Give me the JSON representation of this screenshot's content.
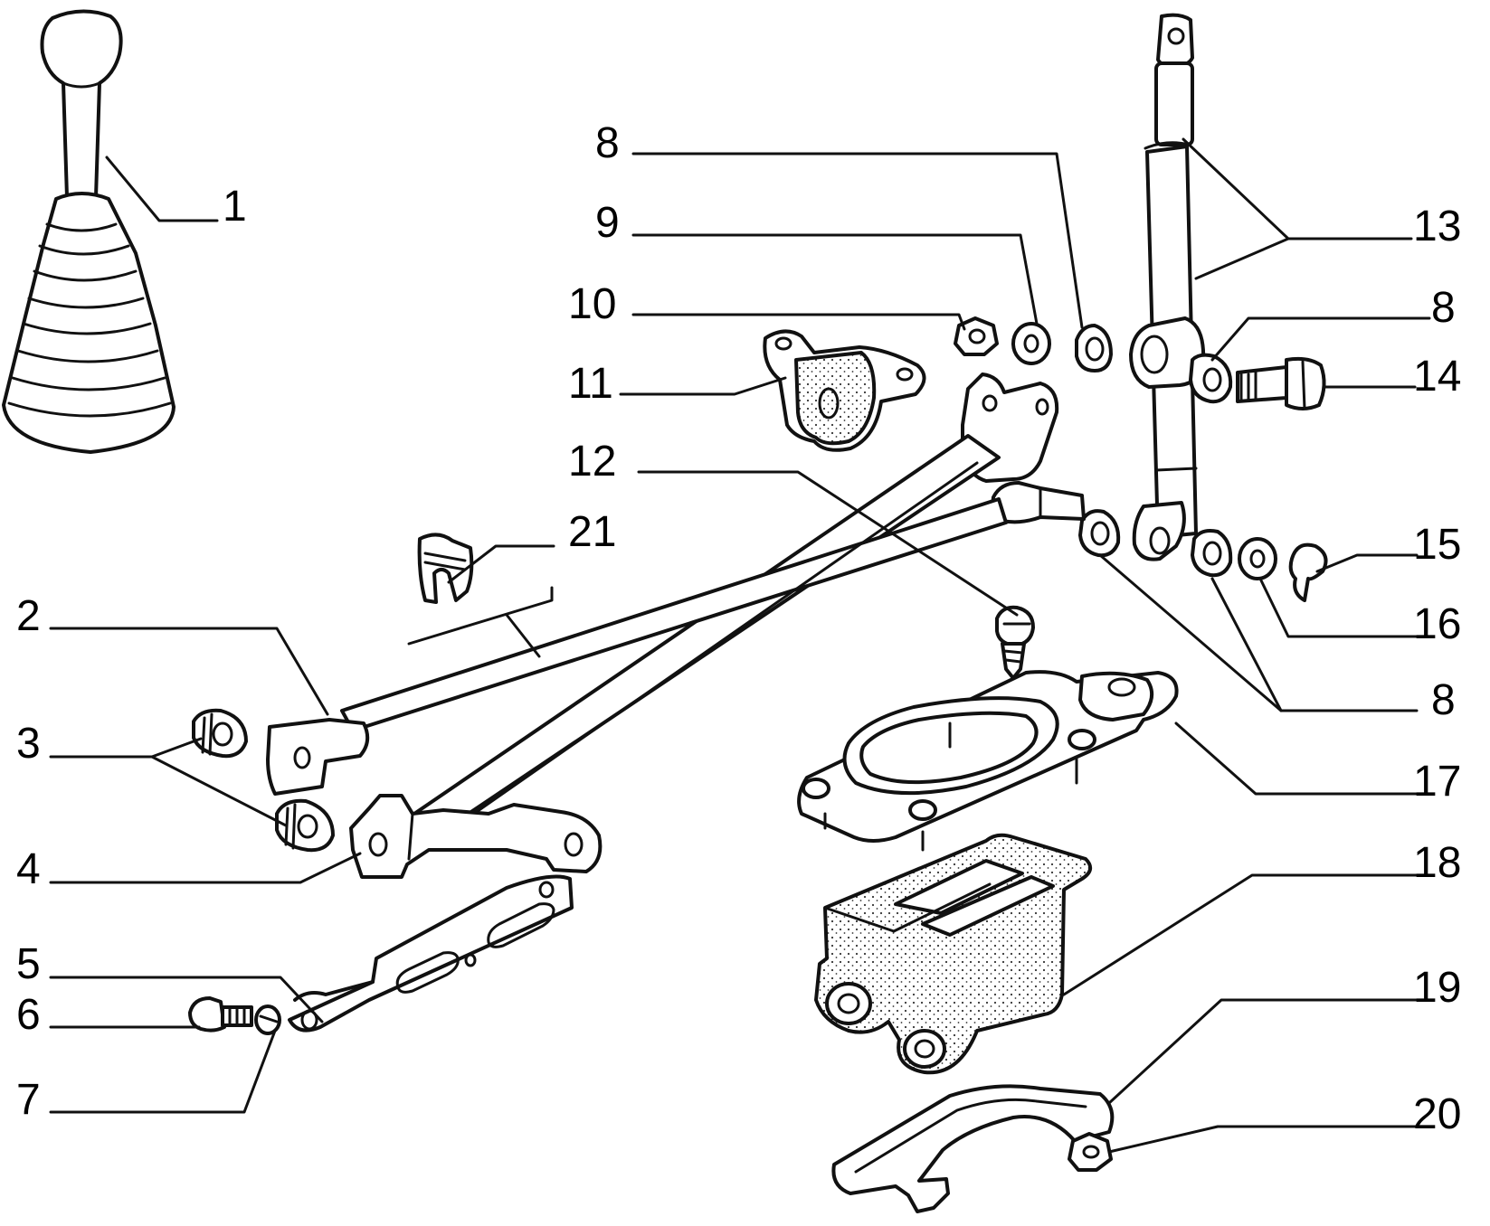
{
  "callouts": {
    "c1": "1",
    "c2": "2",
    "c3": "3",
    "c4": "4",
    "c5": "5",
    "c6": "6",
    "c7": "7",
    "c8a": "8",
    "c8b": "8",
    "c8c": "8",
    "c9": "9",
    "c10": "10",
    "c11": "11",
    "c12": "12",
    "c13": "13",
    "c14": "14",
    "c15": "15",
    "c16": "16",
    "c17": "17",
    "c18": "18",
    "c19": "19",
    "c20": "20",
    "c21": "21"
  },
  "colors": {
    "line": "#111111",
    "background": "#ffffff",
    "stipple": "#cfcfcf"
  }
}
